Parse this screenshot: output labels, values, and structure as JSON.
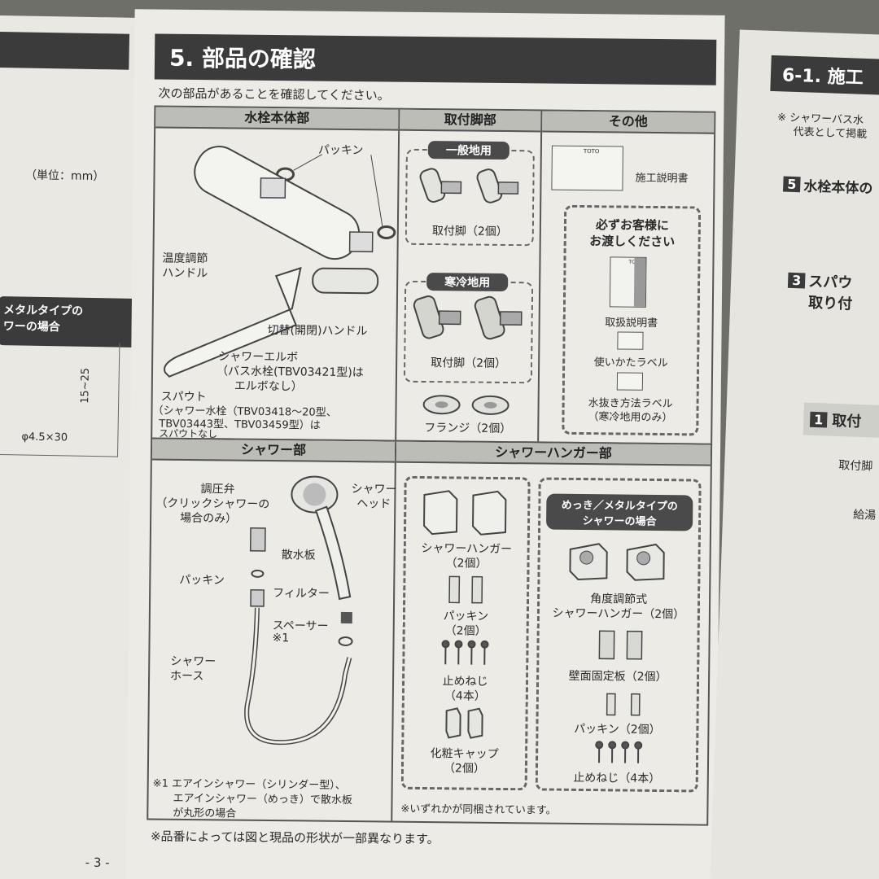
{
  "left_page": {
    "unit": "（単位：mm）",
    "metal_label_1": "メタルタイプの",
    "metal_label_2": "ワーの場合",
    "dim_15_25": "15~25",
    "dim_phi": "φ4.5×30"
  },
  "main": {
    "section_title": "5. 部品の確認",
    "intro": "次の部品があることを確認してください。",
    "faucet": {
      "header": "水栓本体部",
      "packing": "パッキン",
      "temp_handle_1": "温度調節",
      "temp_handle_2": "ハンドル",
      "switch_handle": "切替(開閉)ハンドル",
      "elbow_1": "シャワーエルボ",
      "elbow_2": "（バス水栓(TBV03421型)は",
      "elbow_3": "エルボなし）",
      "spout": "スパウト",
      "spout_note_1": "（シャワー水栓（TBV03418～20型、",
      "spout_note_2": "TBV03443型、TBV03459型）は",
      "spout_note_3": "スパウトなし"
    },
    "legs": {
      "header": "取付脚部",
      "general": "一般地用",
      "general_leg": "取付脚（2個）",
      "cold": "寒冷地用",
      "cold_leg": "取付脚（2個）",
      "flange": "フランジ（2個）"
    },
    "other": {
      "header": "その他",
      "install_manual": "施工説明書",
      "customer_1": "必ずお客様に",
      "customer_2": "お渡しください",
      "user_manual": "取扱説明書",
      "usage_label": "使いかたラベル",
      "drain_label_1": "水抜き方法ラベル",
      "drain_label_2": "（寒冷地用のみ）",
      "brand_mark": "TOTO"
    },
    "shower": {
      "header": "シャワー部",
      "valve_1": "調圧弁",
      "valve_2": "（クリックシャワーの",
      "valve_3": "場合のみ）",
      "head_1": "シャワー",
      "head_2": "ヘッド",
      "plate": "散水板",
      "packing": "パッキン",
      "filter": "フィルター",
      "spacer": "スペーサー",
      "spacer_note": "※1",
      "hose_1": "シャワー",
      "hose_2": "ホース",
      "note_1": "※1 エアインシャワー（シリンダー型）、",
      "note_2": "エアインシャワー（めっき）で散水板",
      "note_3": "が丸形の場合"
    },
    "hanger": {
      "header": "シャワーハンガー部",
      "hanger_1": "シャワーハンガー",
      "hanger_2": "（2個）",
      "packing_1": "パッキン",
      "packing_2": "（2個）",
      "screw_1": "止めねじ",
      "screw_2": "（4本）",
      "cap_1": "化粧キャップ",
      "cap_2": "（2個）",
      "plated_1": "めっき／メタルタイプの",
      "plated_2": "シャワーの場合",
      "angle_1": "角度調節式",
      "angle_2": "シャワーハンガー（2個）",
      "wall_plate": "壁面固定板（2個）",
      "packing_p": "パッキン（2個）",
      "screw_p": "止めねじ（4本）",
      "either_note": "※いずれかが同梱されています。"
    },
    "footnote": "※品番によっては図と現品の形状が一部異なります。",
    "page_number": "- 3 -"
  },
  "right_page": {
    "title_1": "6-1. 施工",
    "note_1": "※ シャワーバス水",
    "note_2": "代表として掲載",
    "step5": "5",
    "step5_text": "水栓本体の",
    "step3": "3",
    "step3_text_1": "スパウ",
    "step3_text_2": "取り付",
    "step1": "1",
    "step1_text": "取付",
    "frag_1": "取付脚",
    "frag_2": "給湯"
  }
}
